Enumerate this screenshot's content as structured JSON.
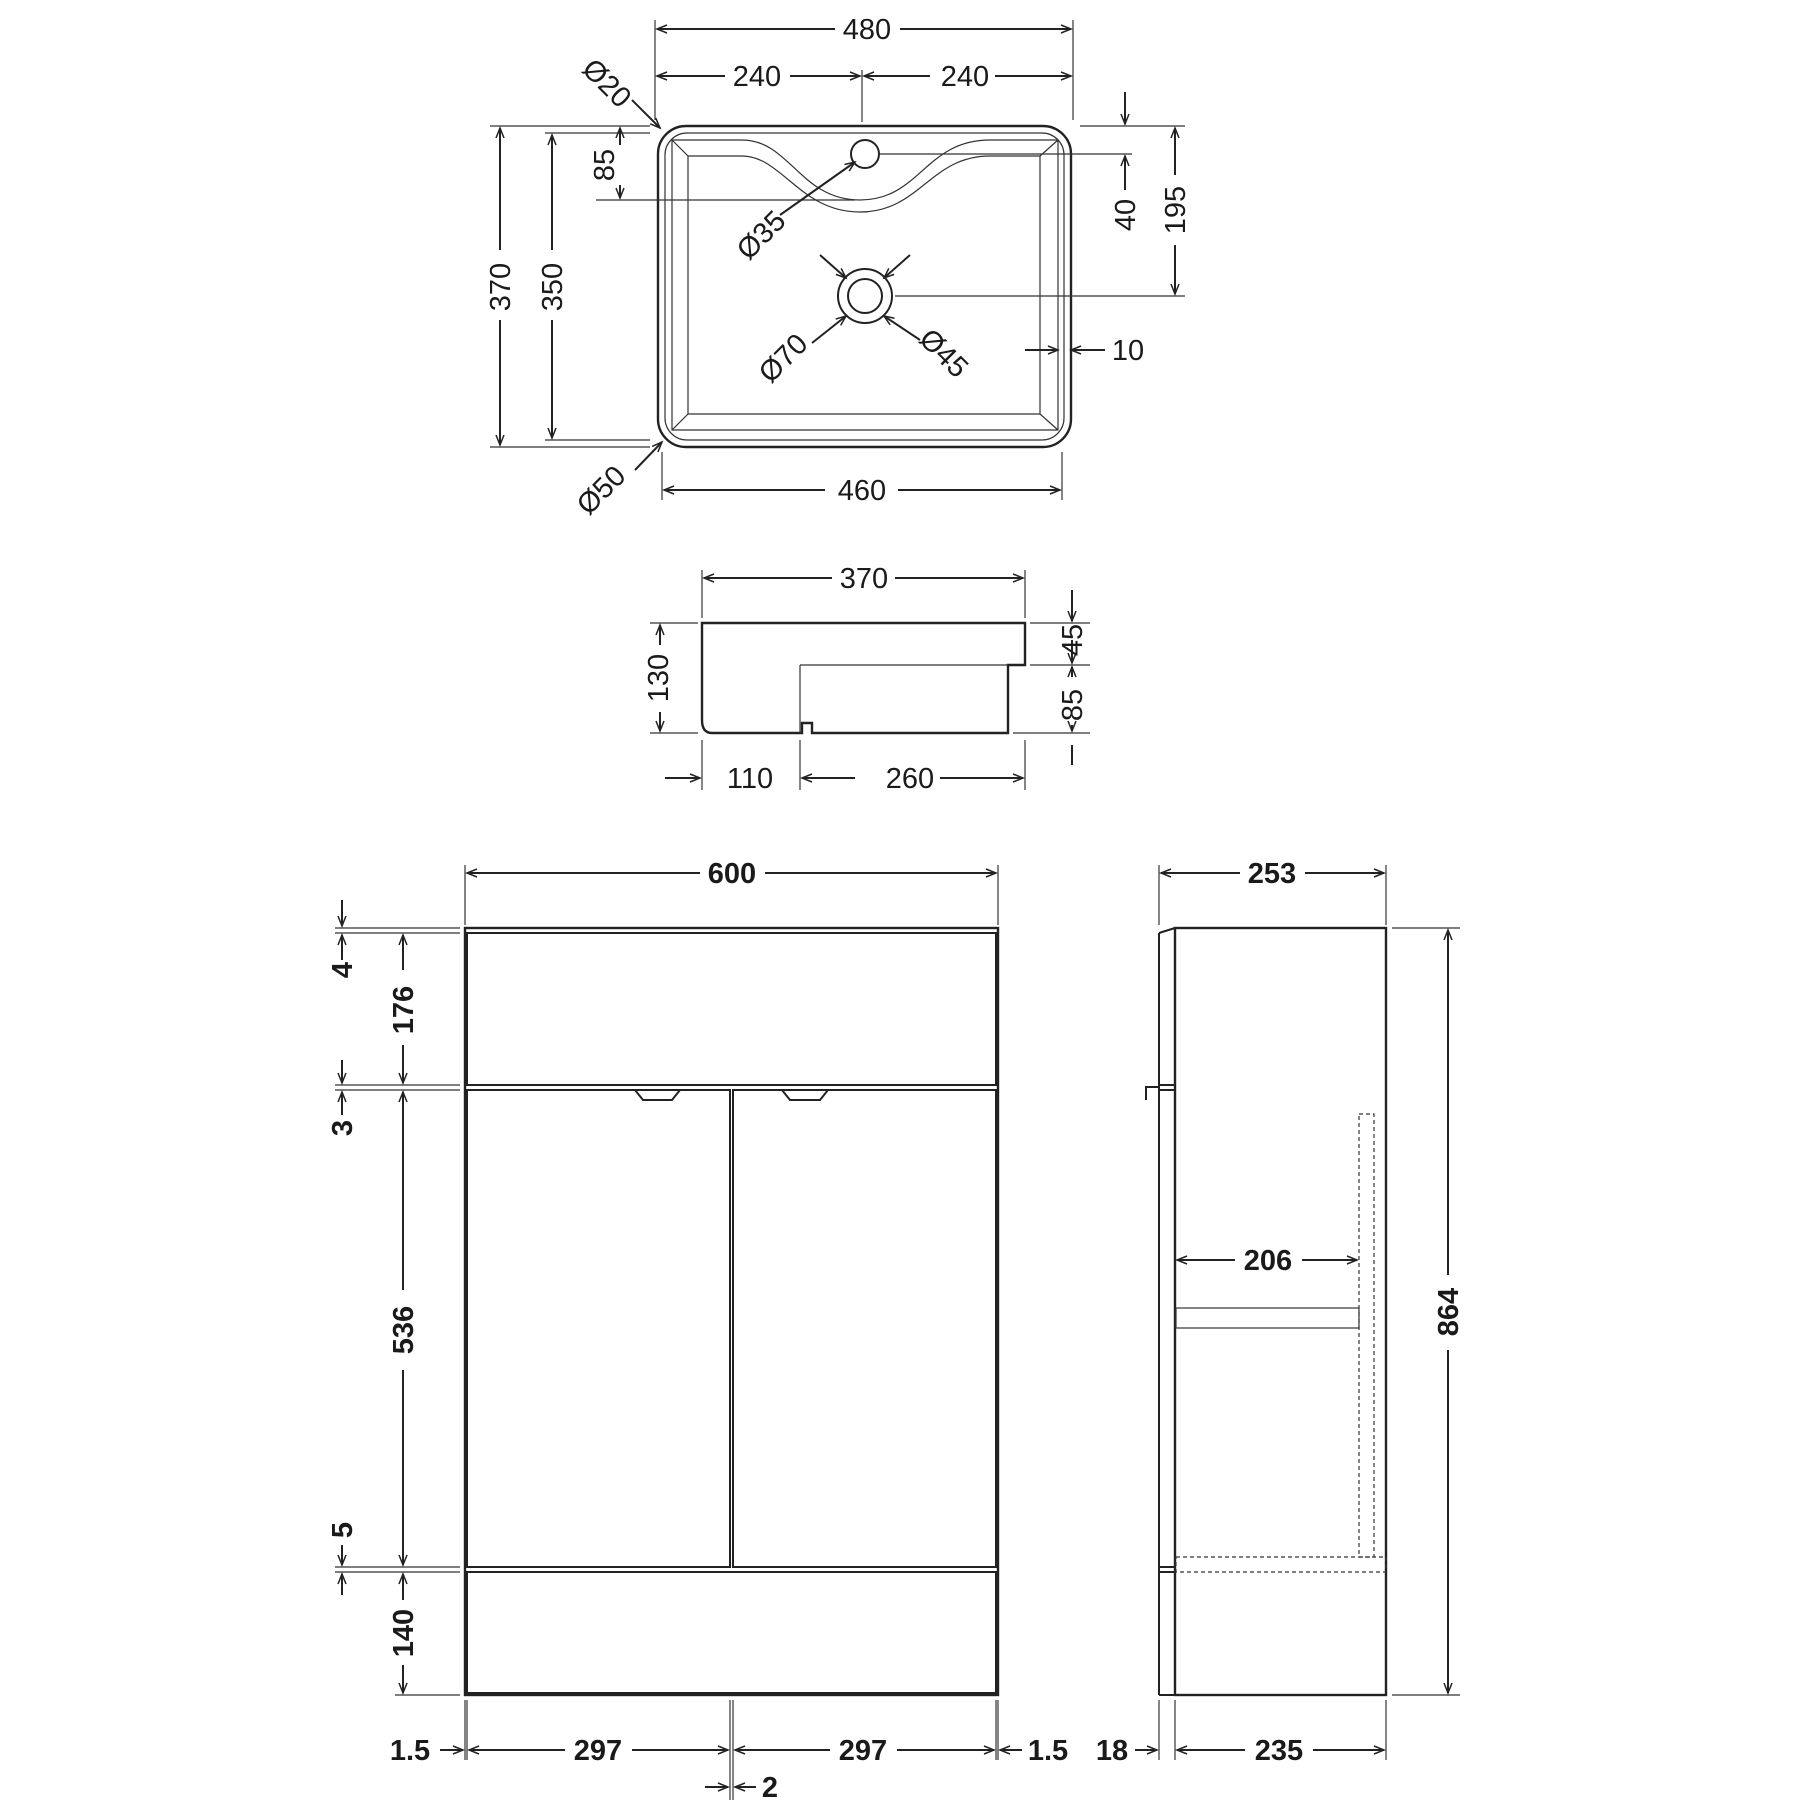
{
  "basin_top": {
    "overall_width": "480",
    "half_left": "240",
    "half_right": "240",
    "tap_hole_corner": "Ø20",
    "depth_overall": "370",
    "depth_inner": "350",
    "deck_depth": "85",
    "tap_hole": "Ø35",
    "tap_offset": "40",
    "waste_offset": "195",
    "waste_outer": "Ø70",
    "waste_inner": "Ø45",
    "rim": "10",
    "corner_radius": "Ø50",
    "bottom_width": "460"
  },
  "basin_side": {
    "depth": "370",
    "height": "130",
    "rim_height": "45",
    "bowl_height": "85",
    "front": "110",
    "back": "260"
  },
  "cabinet_front": {
    "width": "600",
    "top_gap": "4",
    "top_panel": "176",
    "gap_upper": "3",
    "door_height": "536",
    "gap_lower": "5",
    "plinth": "140",
    "side_left": "1.5",
    "door_left": "297",
    "door_right": "297",
    "side_right": "1.5",
    "center_gap": "2"
  },
  "cabinet_side": {
    "depth": "253",
    "height": "864",
    "shelf": "206",
    "door_thickness": "18",
    "carcass": "235"
  }
}
